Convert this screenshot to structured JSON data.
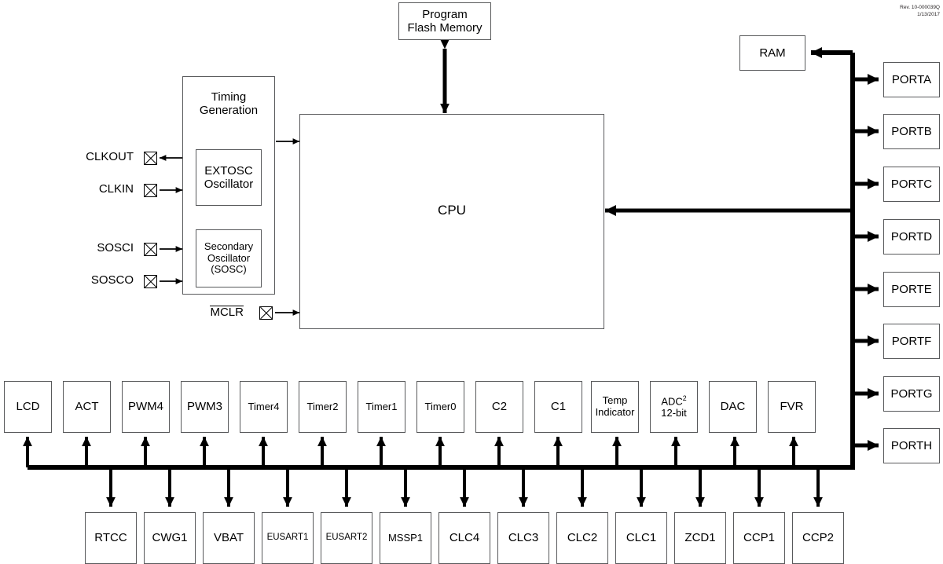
{
  "revision": {
    "line1": "Rev. 10-000039Q",
    "line2": "1/13/2017"
  },
  "core": {
    "program_flash": "Program\nFlash Memory",
    "program_flash_line1": "Program",
    "program_flash_line2": "Flash Memory",
    "cpu": "CPU",
    "ram": "RAM",
    "timing_generation_line1": "Timing",
    "timing_generation_line2": "Generation",
    "extosc_line1": "EXTOSC",
    "extosc_line2": "Oscillator",
    "sosc_line1": "Secondary",
    "sosc_line2": "Oscillator",
    "sosc_line3": "(SOSC)"
  },
  "pins": [
    {
      "label": "CLKOUT",
      "direction": "out",
      "overbar": false
    },
    {
      "label": "CLKIN",
      "direction": "in",
      "overbar": false
    },
    {
      "label": "SOSCI",
      "direction": "in",
      "overbar": false
    },
    {
      "label": "SOSCO",
      "direction": "in",
      "overbar": false
    },
    {
      "label": "MCLR",
      "direction": "in",
      "overbar": true
    }
  ],
  "ports": [
    {
      "label": "PORTA"
    },
    {
      "label": "PORTB"
    },
    {
      "label": "PORTC"
    },
    {
      "label": "PORTD"
    },
    {
      "label": "PORTE"
    },
    {
      "label": "PORTF"
    },
    {
      "label": "PORTG"
    },
    {
      "label": "PORTH"
    }
  ],
  "peripherals_upper": [
    {
      "label": "LCD",
      "size": "normal"
    },
    {
      "label": "ACT",
      "size": "normal"
    },
    {
      "label": "PWM4",
      "size": "normal"
    },
    {
      "label": "PWM3",
      "size": "normal"
    },
    {
      "label": "Timer4",
      "size": "normal"
    },
    {
      "label": "Timer2",
      "size": "normal"
    },
    {
      "label": "Timer1",
      "size": "normal"
    },
    {
      "label": "Timer0",
      "size": "normal"
    },
    {
      "label": "C2",
      "size": "normal"
    },
    {
      "label": "C1",
      "size": "normal"
    },
    {
      "label": "Temp\nIndicator",
      "line1": "Temp",
      "line2": "Indicator",
      "size": "med"
    },
    {
      "label": "ADC 12-bit",
      "line1": "ADC",
      "superscript": "2",
      "line2": "12-bit",
      "size": "normal"
    },
    {
      "label": "DAC",
      "size": "normal"
    },
    {
      "label": "FVR",
      "size": "normal"
    }
  ],
  "peripherals_lower": [
    {
      "label": "RTCC",
      "size": "normal"
    },
    {
      "label": "CWG1",
      "size": "normal"
    },
    {
      "label": "VBAT",
      "size": "normal"
    },
    {
      "label": "EUSART1",
      "size": "small"
    },
    {
      "label": "EUSART2",
      "size": "small"
    },
    {
      "label": "MSSP1",
      "size": "normal"
    },
    {
      "label": "CLC4",
      "size": "normal"
    },
    {
      "label": "CLC3",
      "size": "normal"
    },
    {
      "label": "CLC2",
      "size": "normal"
    },
    {
      "label": "CLC1",
      "size": "normal"
    },
    {
      "label": "ZCD1",
      "size": "normal"
    },
    {
      "label": "CCP1",
      "size": "normal"
    },
    {
      "label": "CCP2",
      "size": "normal"
    }
  ],
  "colors": {
    "block_border": "#58595b",
    "line": "#000000",
    "background": "#ffffff"
  }
}
